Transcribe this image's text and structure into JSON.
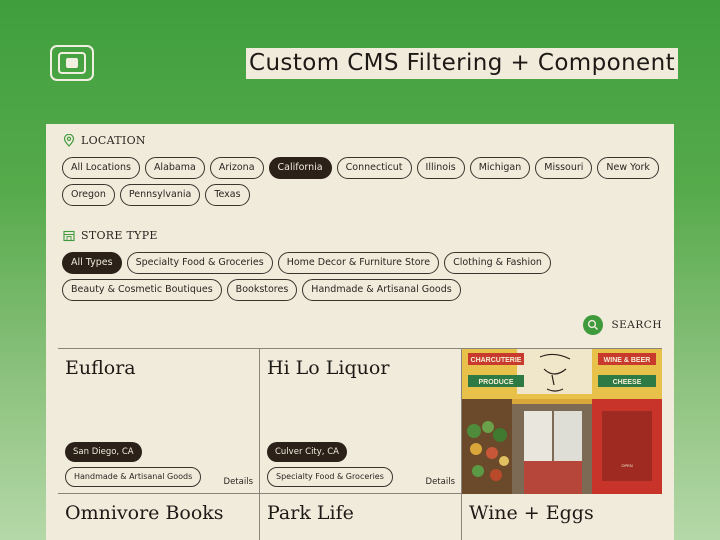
{
  "header": {
    "logo": "logo-icon",
    "headline": "Custom CMS Filtering + Component"
  },
  "location": {
    "label": "LOCATION",
    "icon": "map-pin-icon",
    "chips": [
      "All Locations",
      "Alabama",
      "Arizona",
      "California",
      "Connecticut",
      "Illinois",
      "Michigan",
      "Missouri",
      "New York",
      "Oregon",
      "Pennsylvania",
      "Texas"
    ],
    "selected": "California"
  },
  "store_type": {
    "label": "STORE TYPE",
    "icon": "storefront-icon",
    "chips": [
      "All Types",
      "Specialty Food & Groceries",
      "Home Decor & Furniture Store",
      "Clothing & Fashion",
      "Beauty & Cosmetic Boutiques",
      "Bookstores",
      "Handmade & Artisanal Goods"
    ],
    "selected": "All Types"
  },
  "search": {
    "label": "SEARCH",
    "icon": "search-icon"
  },
  "stores": [
    {
      "name": "Euflora",
      "city": "San Diego, CA",
      "category": "Handmade & Artisanal Goods",
      "details": "Details"
    },
    {
      "name": "Hi Lo Liquor",
      "city": "Culver City, CA",
      "category": "Specialty Food & Groceries",
      "details": "Details"
    },
    {
      "name": "Omnivore Books"
    },
    {
      "name": "Park Life"
    },
    {
      "name": "Wine + Eggs"
    }
  ],
  "storefront_photo": {
    "signs": [
      "CHARCUTERIE",
      "WINE & BEER",
      "PRODUCE",
      "CHEESE"
    ]
  },
  "colors": {
    "background_green": "#3f9f3c",
    "panel": "#f1ebdc",
    "dark": "#2b2118",
    "accent": "#3f9a3c"
  }
}
